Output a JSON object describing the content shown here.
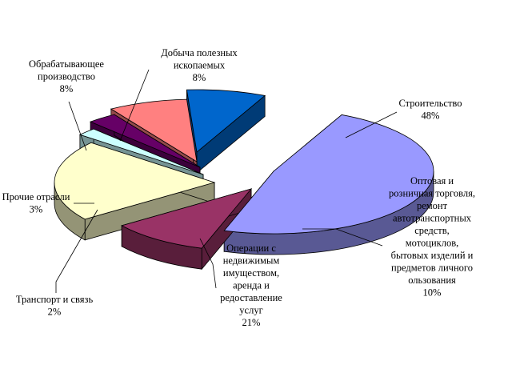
{
  "chart_data": {
    "type": "pie",
    "variant": "3d-exploded",
    "title": "",
    "slices": [
      {
        "key": "construction",
        "label_lines": [
          "Строительство"
        ],
        "pct_text": "48%",
        "value": 48,
        "color": "#9999ff"
      },
      {
        "key": "trade",
        "label_lines": [
          "Оптовая и",
          "розничная торговля,",
          "ремонт",
          "автотранспортных",
          "средств,",
          "мотоциклов,",
          "бытовых изделий и",
          "предметов личного",
          "ользования"
        ],
        "pct_text": "10%",
        "value": 10,
        "color": "#993366"
      },
      {
        "key": "real_estate",
        "label_lines": [
          "Операции с",
          "недвижимым",
          "имуществом,",
          "аренда и",
          "редоставление",
          "услуг"
        ],
        "pct_text": "21%",
        "value": 21,
        "color": "#ffffcc"
      },
      {
        "key": "transport",
        "label_lines": [
          "Транспорт и связь"
        ],
        "pct_text": "2%",
        "value": 2,
        "color": "#ccffff"
      },
      {
        "key": "other",
        "label_lines": [
          "Прочие отрасли"
        ],
        "pct_text": "3%",
        "value": 3,
        "color": "#660066"
      },
      {
        "key": "manufacturing",
        "label_lines": [
          "Обрабатывающее",
          "производство"
        ],
        "pct_text": "8%",
        "value": 8,
        "color": "#ff8080"
      },
      {
        "key": "mining",
        "label_lines": [
          "Добыча полезных",
          "ископаемых"
        ],
        "pct_text": "8%",
        "value": 8,
        "color": "#0066cc"
      }
    ]
  }
}
